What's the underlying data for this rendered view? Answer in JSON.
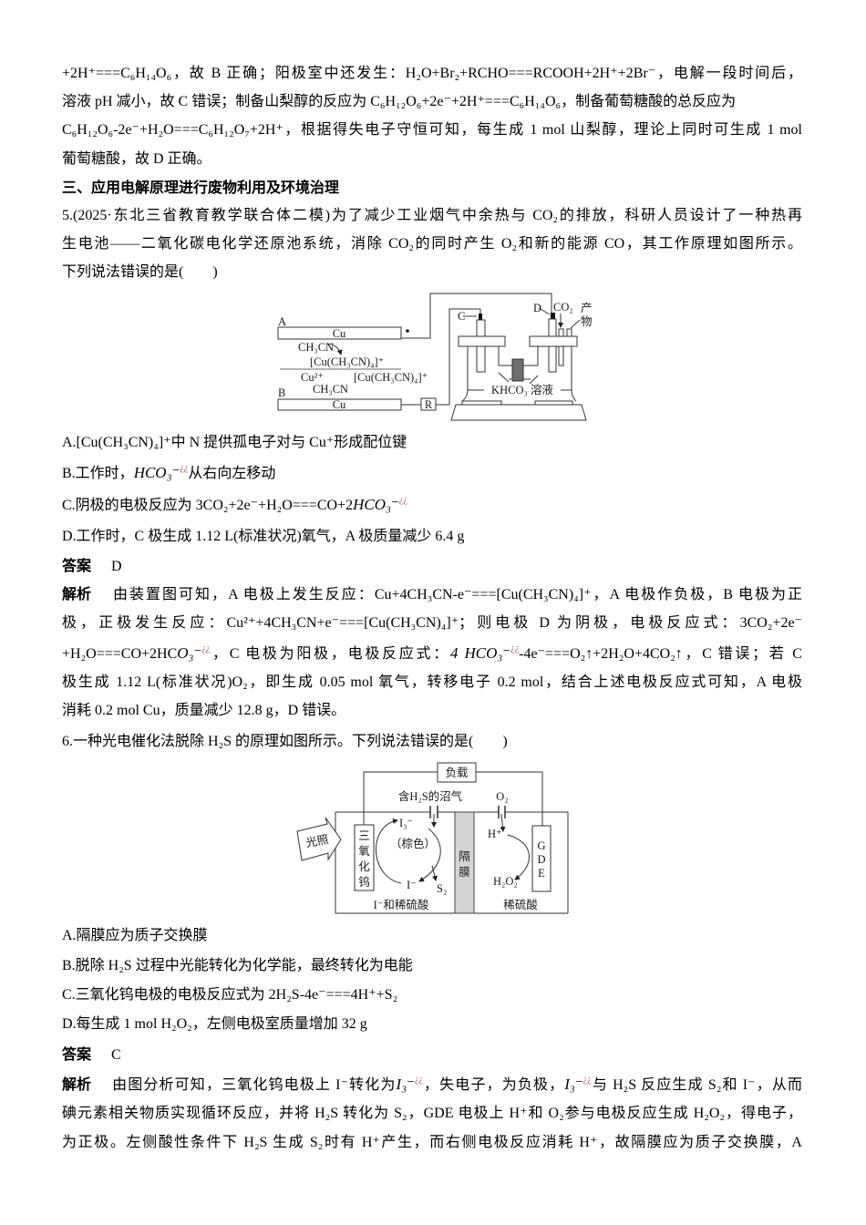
{
  "colors": {
    "text": "#000000",
    "artifact_mark": "#b04040",
    "membrane_fill_q6": "#d4d4d4",
    "membrane_fill_q5": "#6e6e6e",
    "line": "#333333"
  },
  "continuation": [
    [
      "+2H⁺===C₆H₁₄O₆，故 B 正确；阳极室中还发生：H₂O+Br₂+RCHO===RCOOH+2H⁺+2Br⁻，电解一段时间后，"
    ],
    [
      "溶液 pH 减小，故 C 错误；制备山梨醇的反应为 C₆H₁₂O₆+2e⁻+2H⁺===C₆H₁₄O₆，制备葡萄糖酸的总反应为"
    ],
    [
      "C₆H₁₂O₆-2e⁻+H₂O===C₆H₁₂O₇+2H⁺，根据得失电子守恒可知，每生成 1 mol 山梨醇，理论上同时可生成 1 mol"
    ],
    [
      "葡萄糖酸，故 D 正确。"
    ]
  ],
  "section_heading": "三、应用电解原理进行废物利用及环境治理",
  "q5": {
    "stem": [
      "5.(2025·东北三省教育教学联合体二模)为了减少工业烟气中余热与 CO₂的排放，科研人员设计了一种热再",
      "生电池——二氧化碳电化学还原池系统，消除 CO₂的同时产生 O₂和新的能源 CO，其工作原理如图所示。",
      "下列说法错误的是(　　)"
    ],
    "figure": {
      "electrode_a": "A",
      "electrode_a_metal": "Cu",
      "ligand_top": "CH₃CN",
      "complex_top": "[Cu(CH₃CN)₄]⁺",
      "ion_bottom": "Cu²⁺",
      "ligand_bottom": "CH₃CN",
      "complex_bottom": "[Cu(CH₃CN)₄]⁺",
      "electrode_b": "B",
      "electrode_b_metal": "Cu",
      "resistor": "R",
      "electrode_c": "C",
      "electrode_d": "D",
      "gas_in": "CO₂",
      "product": [
        "产",
        "物"
      ],
      "solution": "KHCO₃ 溶液"
    },
    "options": [
      [
        "A.[Cu(CH₃CN)₄]⁺中 N 提供孤电子对与 Cu⁺形成配位键"
      ],
      [
        "B.工作时，",
        "HCO₃⁻",
        "¿¿",
        "从右向左移动"
      ],
      [
        "C.阴极的电极反应为 3CO₂+2e⁻+H₂O===CO+2",
        "HCO₃⁻",
        "¿¿"
      ],
      [
        "D.工作时，C 极生成 1.12 L(标准状况)氧气，A 极质量减少 6.4 g"
      ]
    ],
    "answer_label": "答案",
    "answer": "D",
    "analysis_label": "解析",
    "analysis": [
      [
        "由装置图可知，A 电极上发生反应：Cu+4CH₃CN-e⁻===[Cu(CH₃CN)₄]⁺，A 电极作负极，B 电极为正"
      ],
      [
        "极，正极发生反应：Cu²⁺+4CH₃CN+e⁻===[Cu(CH₃CN)₄]⁺；则电极 D 为阴极，电极反应式：3CO₂+2e⁻"
      ],
      [
        "+H₂O===CO+2HC",
        "O₃⁻",
        "¿¿",
        "，C 电极为阳极，电极反应式：",
        "4 HCO₃⁻",
        "¿¿",
        "-4e⁻===O₂↑+2H₂O+4CO₂↑，C 错误；若 C"
      ],
      [
        "极生成 1.12 L(标准状况)O₂，即生成 0.05 mol 氧气，转移电子 0.2 mol，结合上述电极反应式可知，A 电极"
      ],
      [
        "消耗 0.2 mol Cu，质量减少 12.8 g，D 错误。"
      ]
    ]
  },
  "q6": {
    "stem": "6.一种光电催化法脱除 H₂S 的原理如图所示。下列说法错误的是(　　)",
    "figure": {
      "load": "负载",
      "gas_left": "含H₂S的沼气",
      "gas_right": "O₂",
      "light": "光照",
      "electrode_left": [
        "三",
        "氧",
        "化",
        "钨"
      ],
      "iodine_top": "I₃⁻",
      "color_note": "（棕色）",
      "iodide": "I⁻",
      "sulfur": "S₂",
      "membrane": [
        "隔",
        "膜"
      ],
      "proton": "H⁺",
      "peroxide": "H₂O₂",
      "electrode_right": [
        "G",
        "D",
        "E"
      ],
      "left_solution": "I⁻和稀硫酸",
      "right_solution": "稀硫酸"
    },
    "options": [
      [
        "A.隔膜应为质子交换膜"
      ],
      [
        "B.脱除 H₂S 过程中光能转化为化学能，最终转化为电能"
      ],
      [
        "C.三氧化钨电极的电极反应式为 2H₂S-4e⁻===4H⁺+S₂"
      ],
      [
        "D.每生成 1 mol H₂O₂，左侧电极室质量增加 32 g"
      ]
    ],
    "answer_label": "答案",
    "answer": "C",
    "analysis_label": "解析",
    "analysis": [
      [
        "由图分析可知，三氧化钨电极上 I⁻转化为",
        "I₃⁻",
        "¿¿",
        "，失电子，为负极，",
        "I₃⁻",
        "¿¿",
        "与 H₂S 反应生成 S₂和 I⁻，从而"
      ],
      [
        "碘元素相关物质实现循环反应，并将 H₂S 转化为 S₂，GDE 电极上 H⁺和 O₂参与电极反应生成 H₂O₂，得电子，"
      ],
      [
        "为正极。左侧酸性条件下 H₂S 生成 S₂时有 H⁺产生，而右侧电极反应消耗 H⁺，故隔膜应为质子交换膜，A"
      ]
    ]
  }
}
